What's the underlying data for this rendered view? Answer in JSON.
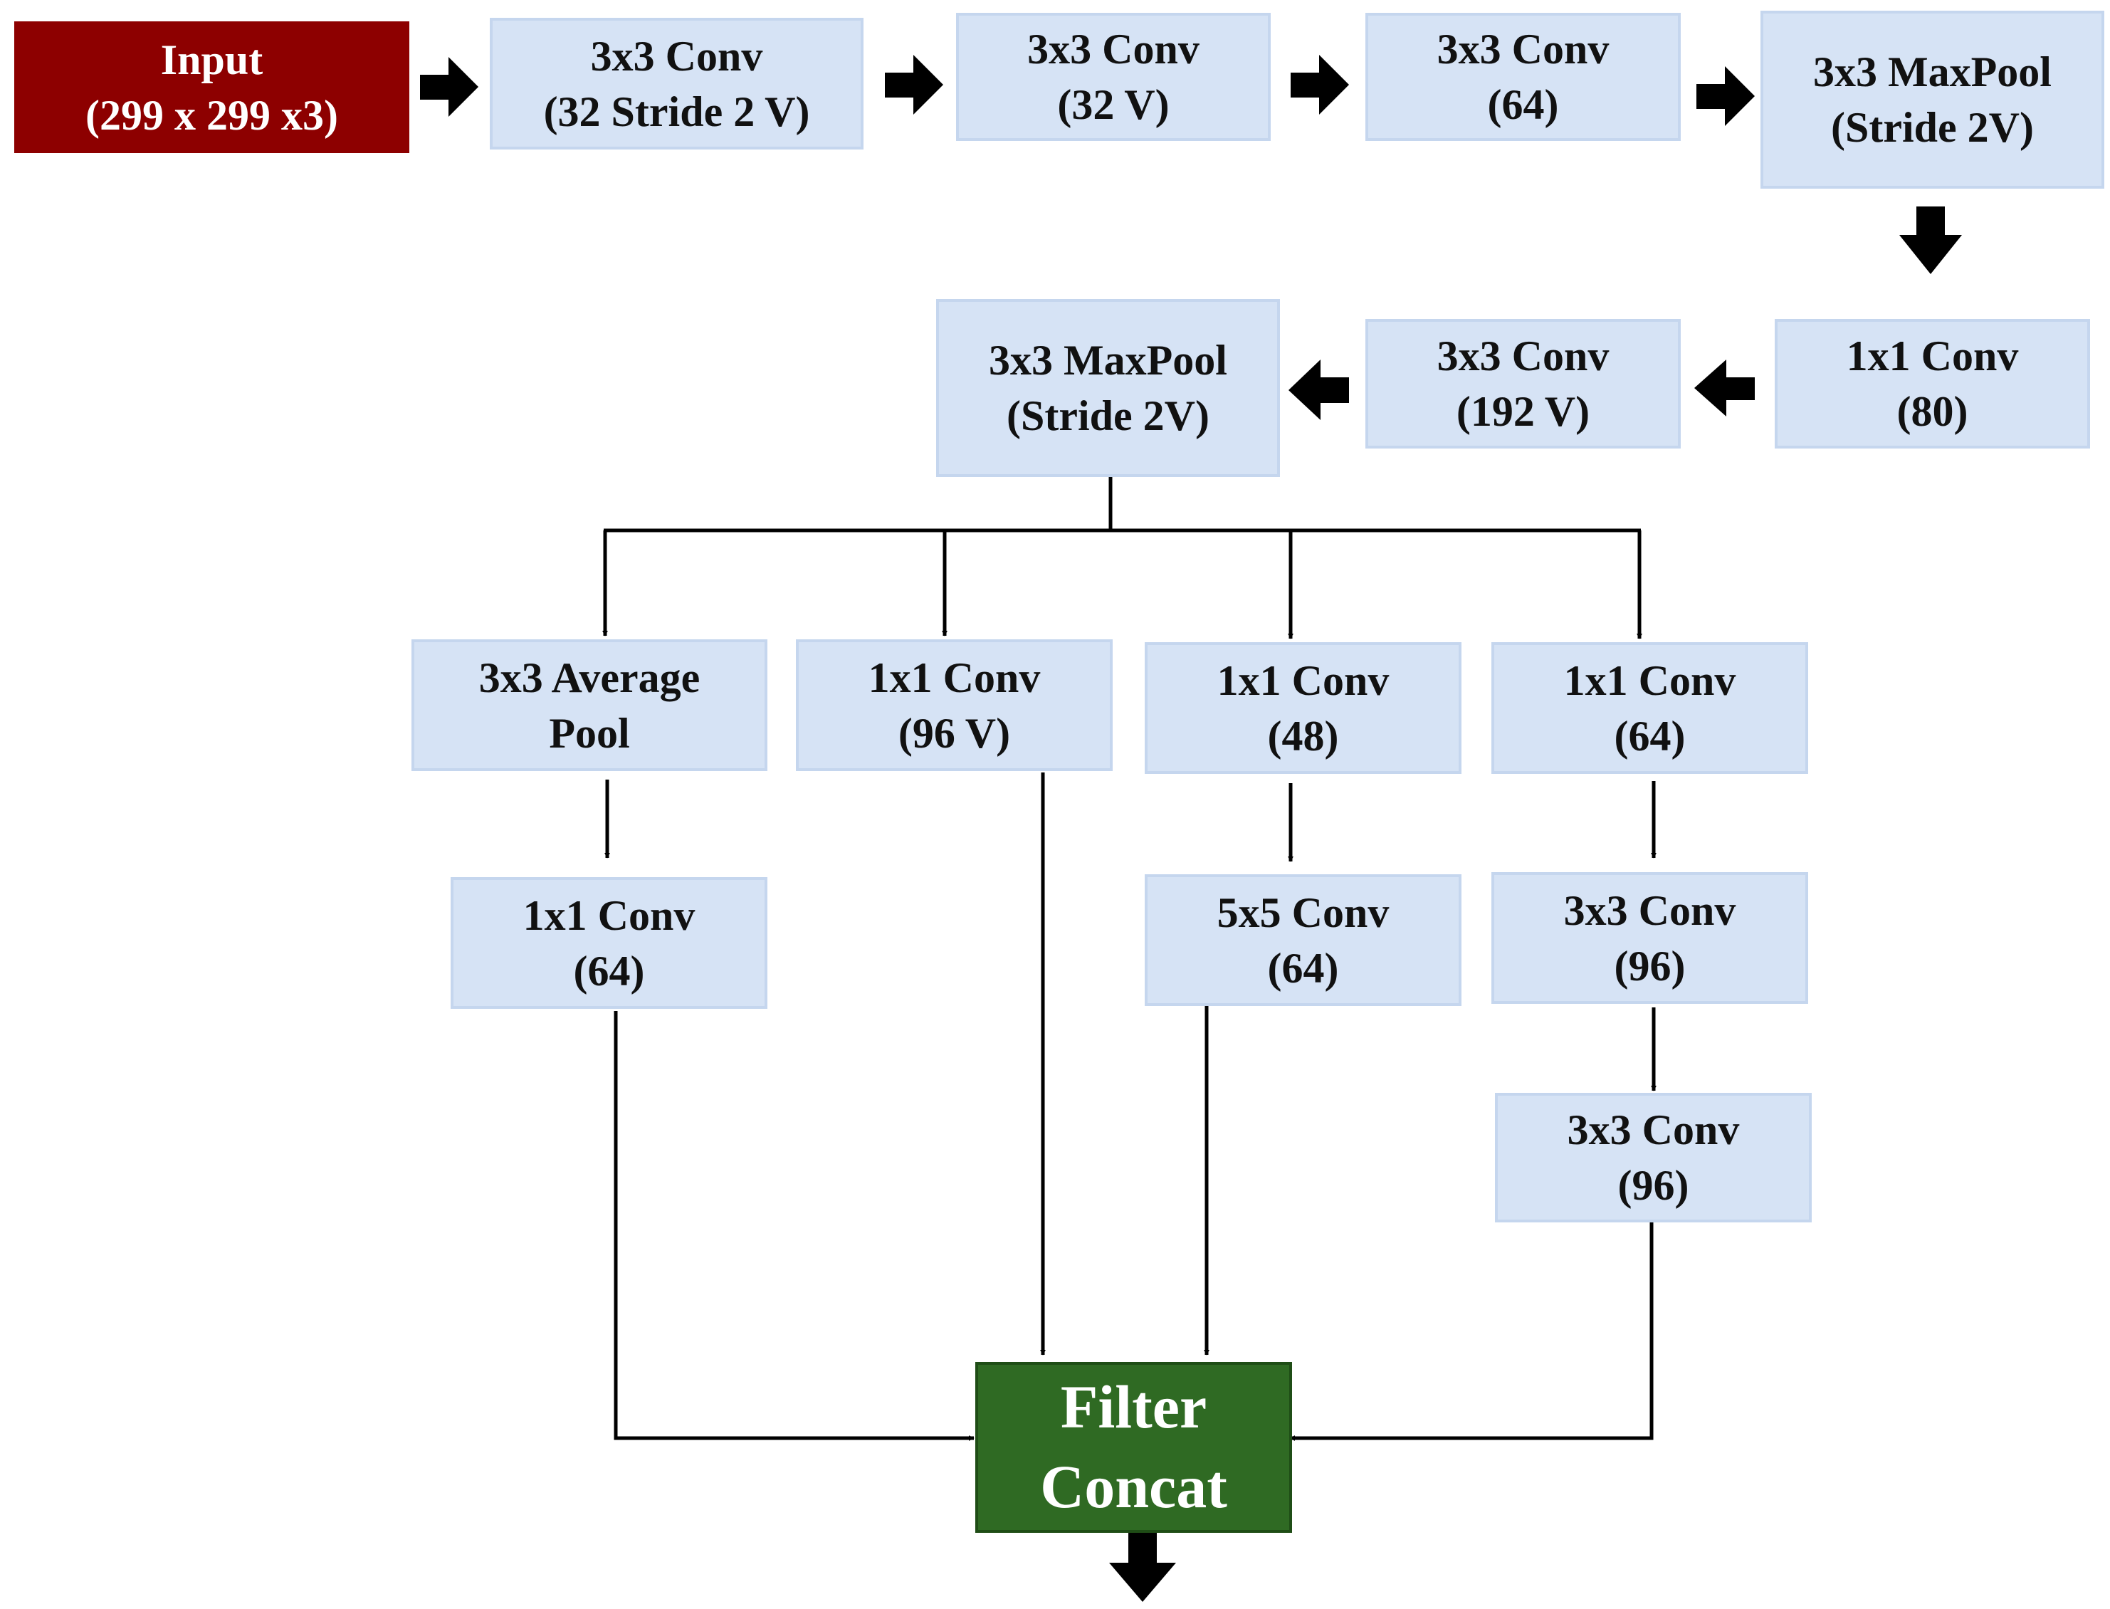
{
  "diagram": {
    "nodes": {
      "input": {
        "line1": "Input",
        "line2": "(299 x 299 x3)"
      },
      "conv_a": {
        "line1": "3x3 Conv",
        "line2": "(32 Stride 2 V)"
      },
      "conv_b": {
        "line1": "3x3 Conv",
        "line2": "(32 V)"
      },
      "conv_c": {
        "line1": "3x3 Conv",
        "line2": "(64)"
      },
      "maxpool_1": {
        "line1": "3x3 MaxPool",
        "line2": "(Stride 2V)"
      },
      "conv_1x1_80": {
        "line1": "1x1 Conv",
        "line2": "(80)"
      },
      "conv_192": {
        "line1": "3x3 Conv",
        "line2": "(192 V)"
      },
      "maxpool_2": {
        "line1": "3x3 MaxPool",
        "line2": "(Stride 2V)"
      },
      "avgpool": {
        "line1": "3x3 Average",
        "line2": "Pool"
      },
      "conv_1x1_96v": {
        "line1": "1x1 Conv",
        "line2": "(96 V)"
      },
      "conv_1x1_48": {
        "line1": "1x1 Conv",
        "line2": "(48)"
      },
      "conv_1x1_64b": {
        "line1": "1x1 Conv",
        "line2": "(64)"
      },
      "conv_1x1_64a": {
        "line1": "1x1 Conv",
        "line2": "(64)"
      },
      "conv_5x5_64": {
        "line1": "5x5 Conv",
        "line2": "(64)"
      },
      "conv_3x3_96a": {
        "line1": "3x3 Conv",
        "line2": "(96)"
      },
      "conv_3x3_96b": {
        "line1": "3x3 Conv",
        "line2": "(96)"
      },
      "concat": {
        "line1": "Filter",
        "line2": "Concat"
      }
    },
    "colors": {
      "input_fill": "#8d0000",
      "node_fill": "#d6e3f5",
      "concat_fill": "#2f6a23",
      "arrow": "#000000"
    }
  }
}
